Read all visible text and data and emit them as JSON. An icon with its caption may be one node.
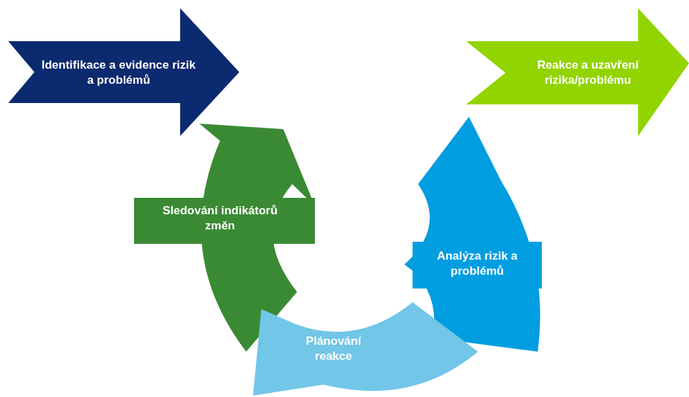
{
  "diagram": {
    "nodes": [
      {
        "text": [
          "Identifikace a evidence rizik a problémů"
        ]
      },
      {
        "text": [
          "Reakce a uzavření rizika/problému"
        ]
      },
      {
        "text": [
          "Sledování indikátorů změn"
        ]
      },
      {
        "text": [
          "Analýza rizik a problémů"
        ]
      },
      {
        "text": [
          "Plánování reakce"
        ]
      }
    ]
  }
}
